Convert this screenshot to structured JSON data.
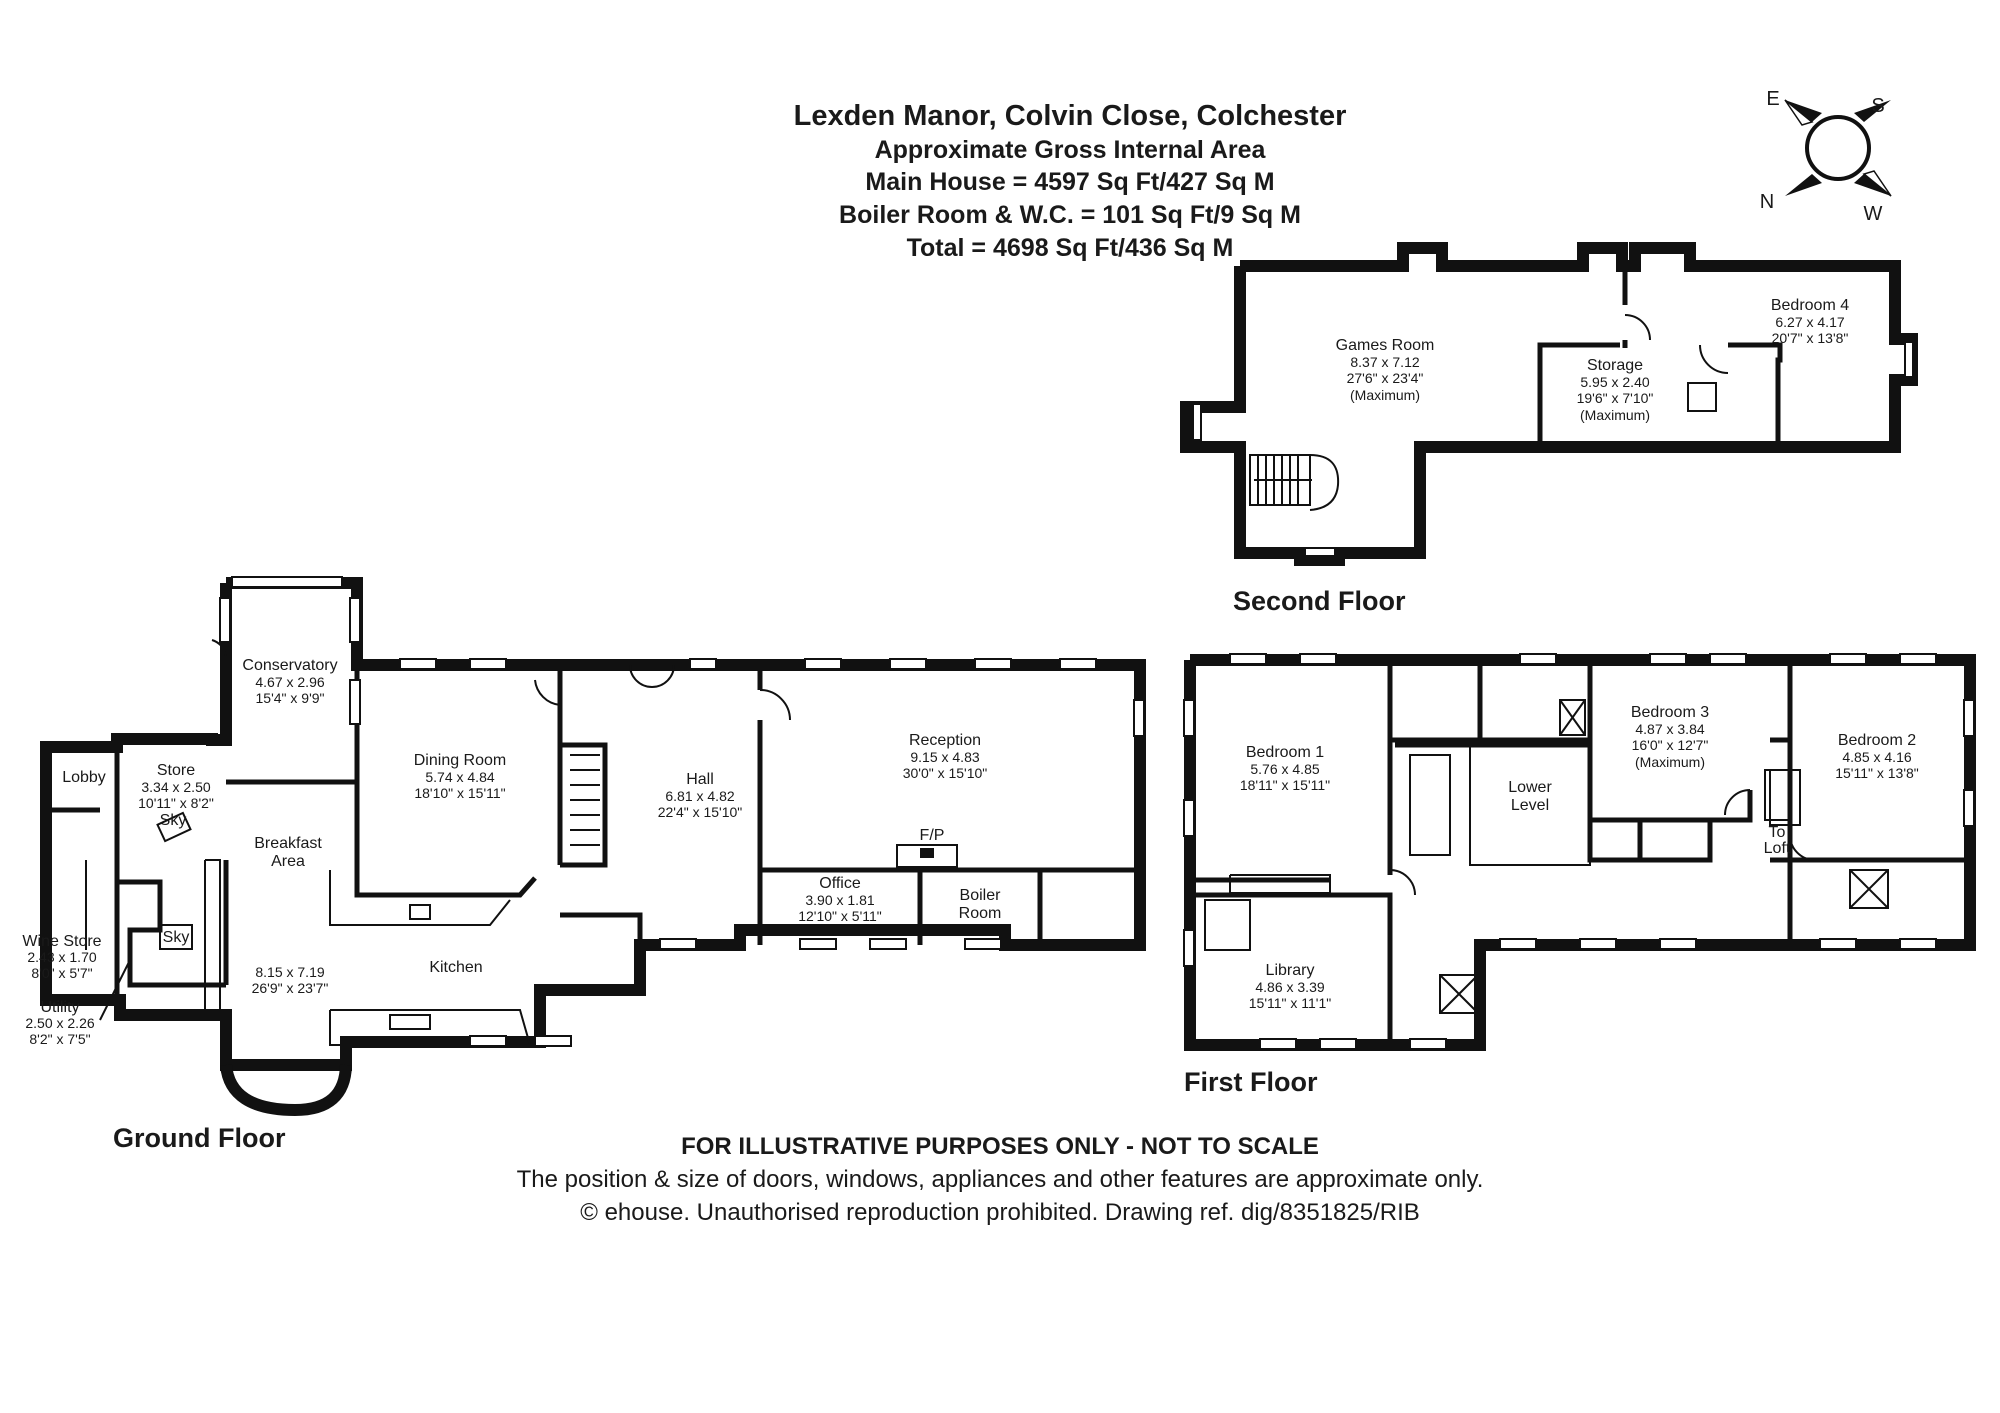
{
  "header": {
    "title": "Lexden Manor, Colvin Close, Colchester",
    "subtitle": "Approximate Gross Internal Area",
    "main_house": "Main House = 4597 Sq Ft/427 Sq M",
    "boiler": "Boiler Room & W.C. = 101 Sq Ft/9 Sq M",
    "total": "Total = 4698 Sq Ft/436 Sq M"
  },
  "compass": {
    "e": "E",
    "s": "S",
    "n": "N",
    "w": "W"
  },
  "floors": {
    "ground": "Ground Floor",
    "first": "First Floor",
    "second": "Second Floor"
  },
  "rooms": {
    "conservatory": {
      "name": "Conservatory",
      "metric": "4.67 x 2.96",
      "imperial": "15'4\" x 9'9\""
    },
    "dining": {
      "name": "Dining Room",
      "metric": "5.74 x 4.84",
      "imperial": "18'10\" x 15'11\""
    },
    "hall": {
      "name": "Hall",
      "metric": "6.81 x 4.82",
      "imperial": "22'4\" x 15'10\""
    },
    "reception": {
      "name": "Reception",
      "metric": "9.15 x 4.83",
      "imperial": "30'0\" x 15'10\""
    },
    "fp": "F/P",
    "office": {
      "name": "Office",
      "metric": "3.90 x 1.81",
      "imperial": "12'10\" x 5'11\""
    },
    "boiler": {
      "name": "Boiler",
      "name2": "Room"
    },
    "store": {
      "name": "Store",
      "metric": "3.34 x 2.50",
      "imperial": "10'11\" x 8'2\""
    },
    "lobby": "Lobby",
    "sky": "Sky",
    "breakfast": {
      "name": "Breakfast",
      "name2": "Area"
    },
    "kitchen": {
      "name": "Kitchen",
      "metric": "8.15 x 7.19",
      "imperial": "26'9\" x 23'7\""
    },
    "wine": {
      "name": "Wine Store",
      "metric": "2.43 x 1.70",
      "imperial": "8'0\" x 5'7\""
    },
    "utility": {
      "name": "Utility",
      "metric": "2.50 x 2.26",
      "imperial": "8'2\" x 7'5\""
    },
    "games": {
      "name": "Games Room",
      "metric": "8.37 x 7.12",
      "imperial": "27'6\" x 23'4\"",
      "note": "(Maximum)"
    },
    "storage": {
      "name": "Storage",
      "metric": "5.95 x 2.40",
      "imperial": "19'6\" x 7'10\"",
      "note": "(Maximum)"
    },
    "bed4": {
      "name": "Bedroom 4",
      "metric": "6.27 x 4.17",
      "imperial": "20'7\" x 13'8\""
    },
    "bed1": {
      "name": "Bedroom 1",
      "metric": "5.76 x 4.85",
      "imperial": "18'11\" x 15'11\""
    },
    "lower": {
      "name": "Lower",
      "name2": "Level"
    },
    "bed3": {
      "name": "Bedroom 3",
      "metric": "4.87 x 3.84",
      "imperial": "16'0\" x 12'7\"",
      "note": "(Maximum)"
    },
    "bed2": {
      "name": "Bedroom 2",
      "metric": "4.85 x 4.16",
      "imperial": "15'11\" x 13'8\""
    },
    "toloft": {
      "name": "To",
      "name2": "Loft"
    },
    "library": {
      "name": "Library",
      "metric": "4.86 x 3.39",
      "imperial": "15'11\" x 11'1\""
    }
  },
  "footer": {
    "line1": "FOR ILLUSTRATIVE PURPOSES ONLY - NOT TO SCALE",
    "line2": "The position & size of doors, windows, appliances and other features are approximate only.",
    "line3": "© ehouse. Unauthorised reproduction prohibited. Drawing ref. dig/8351825/RIB"
  }
}
